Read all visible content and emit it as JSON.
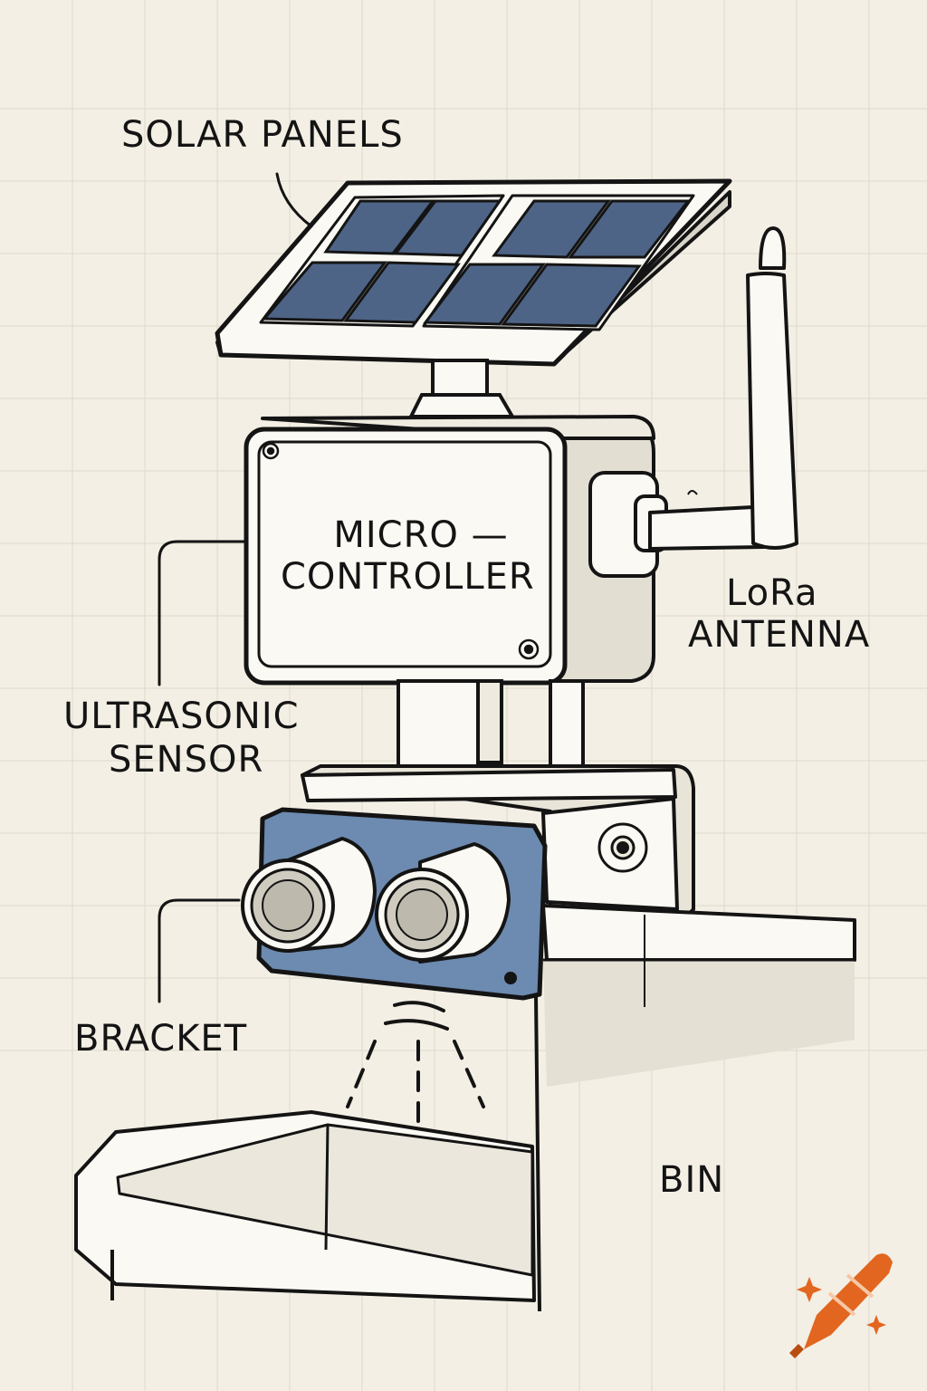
{
  "labels": {
    "solar_panels": "SOLAR PANELS",
    "microcontroller_line1": "MICRO —",
    "microcontroller_line2": "CONTROLLER",
    "lora_line1": "LoRa",
    "lora_line2": "ANTENNA",
    "ultrasonic_line1": "ULTRASONIC",
    "ultrasonic_line2": "SENSOR",
    "bracket": "BRACKET",
    "bin": "BIN"
  },
  "colors": {
    "background": "#f3efe4",
    "grid": "#dedacd",
    "ink": "#141414",
    "panel_cell": "#4e6487",
    "sensor_board": "#6d8ab0",
    "housing": "#fbf9f3",
    "shadow": "#d9d5c9",
    "logo_orange": "#e2661f"
  },
  "icons": {
    "logo": "crayon-logo-icon"
  }
}
